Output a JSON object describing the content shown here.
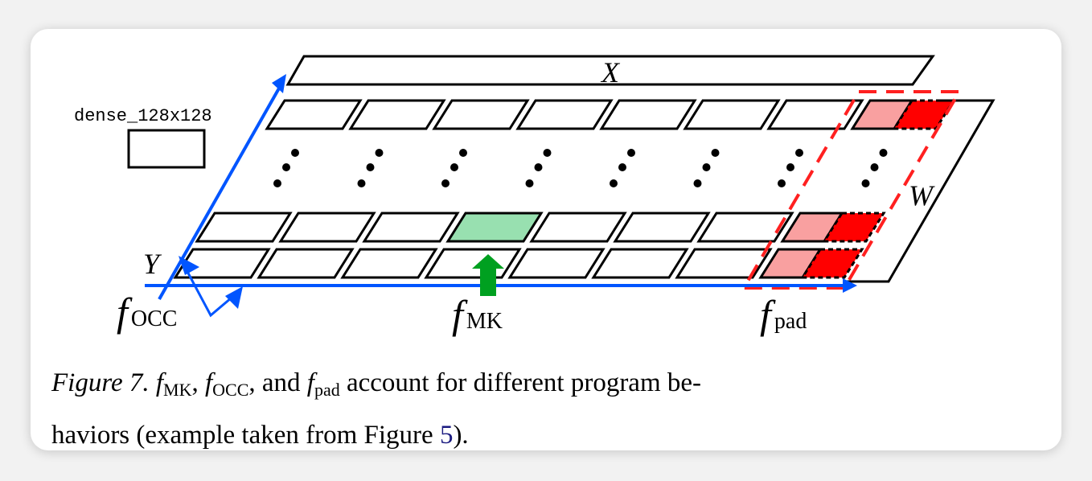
{
  "figure": {
    "legend_box_label": "dense_128x128",
    "axis_x_label": "X",
    "axis_y_label": "Y",
    "axis_w_label": "W",
    "f_symbol": "f",
    "f_occ_sub": "OCC",
    "f_mk_sub": "MK",
    "f_pad_sub": "pad",
    "cells_per_row": 9,
    "rows_drawn": 3,
    "highlighted_cell_index": 3,
    "padding_cells": 2,
    "colors": {
      "axis_blue": "#0055ff",
      "mk_green": "#98e0b0",
      "mk_arrow": "#00a020",
      "pad_light": "#f9a0a0",
      "pad_dark": "#ff0000",
      "pad_outline": "#ff2020"
    }
  },
  "caption": {
    "figure_label": "Figure 7.",
    "f": "f",
    "mk": "MK",
    "occ": "OCC",
    "pad": "pad",
    "text_1": ",",
    "text_2": ", and",
    "text_3": "account for different program be-",
    "text_4": "haviors (example taken from Figure",
    "ref": "5",
    "text_5": ")."
  }
}
